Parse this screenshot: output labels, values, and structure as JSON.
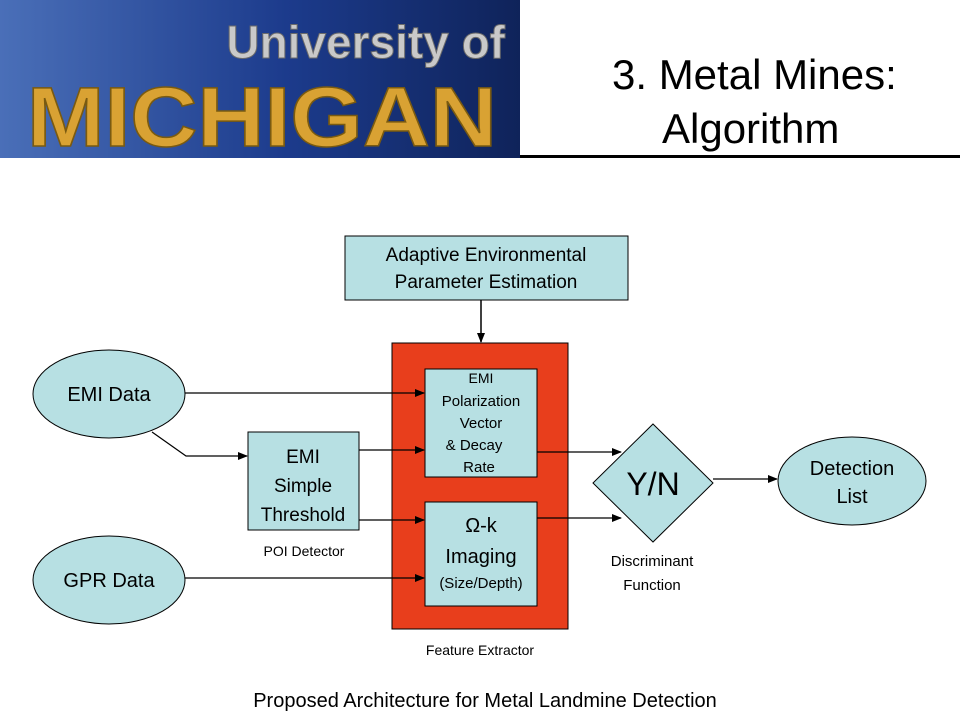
{
  "header": {
    "logo_line1": "University of",
    "logo_line2": "MICHIGAN",
    "title_line1": "3. Metal Mines:",
    "title_line2": "Algorithm"
  },
  "diagram": {
    "adaptive_box": [
      "Adaptive Environmental",
      "Parameter Estimation"
    ],
    "emi_data": "EMI Data",
    "gpr_data": "GPR Data",
    "threshold_box": [
      "EMI",
      "Simple",
      "Threshold"
    ],
    "poi_detector": "POI Detector",
    "polarization_box": [
      "EMI",
      "Polarization",
      "Vector",
      "& Decay",
      "Rate"
    ],
    "imaging_box": [
      "Ω-k",
      "Imaging",
      "(Size/Depth)"
    ],
    "feature_extractor": "Feature Extractor",
    "yn": "Y/N",
    "discriminant": [
      "Discriminant",
      "Function"
    ],
    "detection_list": [
      "Detection",
      "List"
    ],
    "caption": "Proposed Architecture for Metal Landmine Detection"
  },
  "colors": {
    "box_fill": "#b7e0e3",
    "feature_fill": "#e83e1c",
    "logo_gold": "#d9a233",
    "logo_blue": "#1d3a8a"
  }
}
